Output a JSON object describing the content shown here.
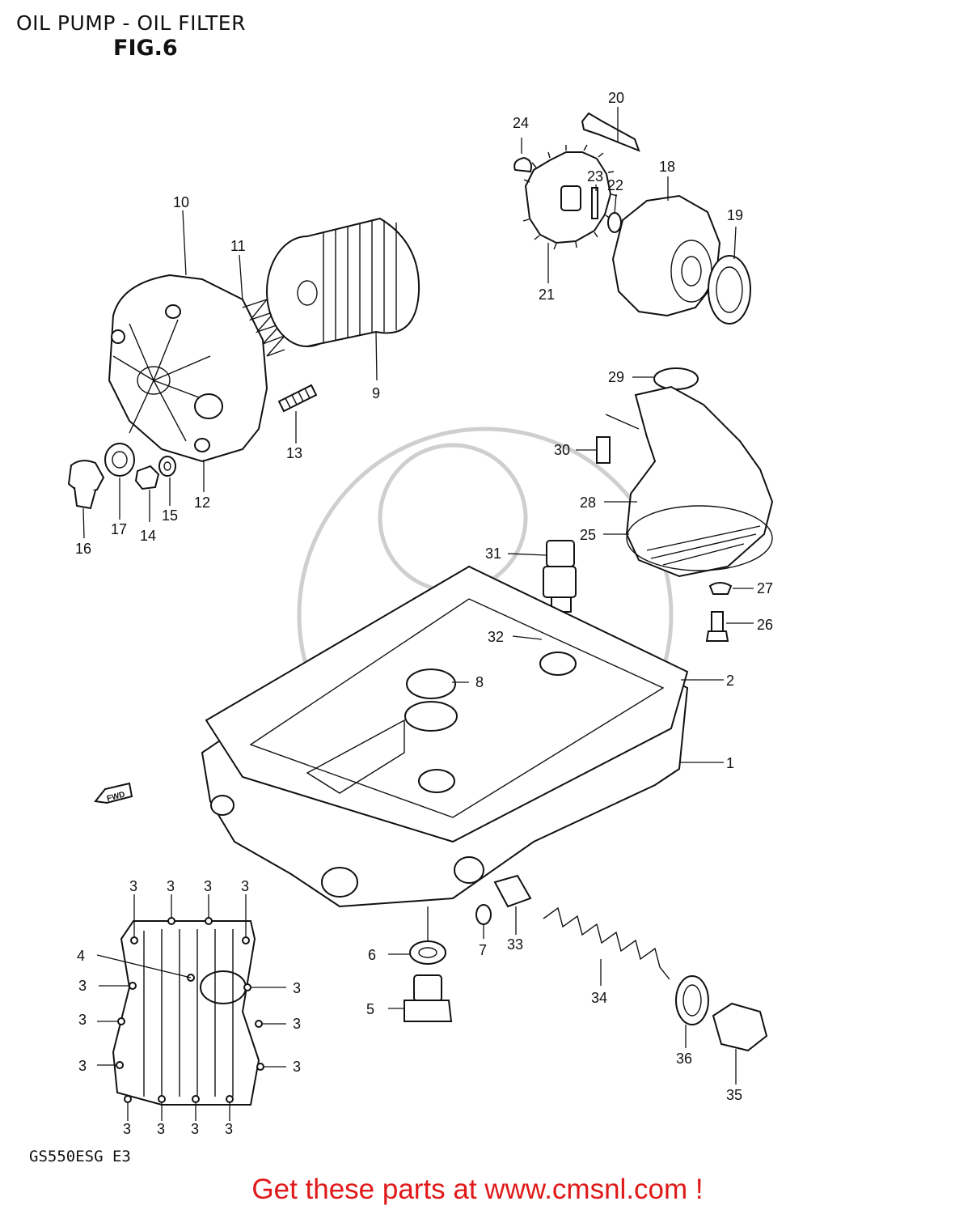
{
  "header": {
    "title": "OIL PUMP - OIL FILTER",
    "figure": "FIG.6"
  },
  "model_code": "GS550ESG  E3",
  "fwd_label": "FWD",
  "footer": "Get these parts at www.cmsnl.com !",
  "colors": {
    "footer": "#e01818",
    "line": "#111111",
    "watermark": "#cfcfcf"
  },
  "callouts": {
    "c1": "1",
    "c2": "2",
    "c3": "3",
    "c4": "4",
    "c5": "5",
    "c6": "6",
    "c7": "7",
    "c8": "8",
    "c9": "9",
    "c10": "10",
    "c11": "11",
    "c12": "12",
    "c13": "13",
    "c14": "14",
    "c15": "15",
    "c16": "16",
    "c17": "17",
    "c18": "18",
    "c19": "19",
    "c20": "20",
    "c21": "21",
    "c22": "22",
    "c23": "23",
    "c24": "24",
    "c25": "25",
    "c26": "26",
    "c27": "27",
    "c28": "28",
    "c29": "29",
    "c30": "30",
    "c31": "31",
    "c32": "32",
    "c33": "33",
    "c34": "34",
    "c35": "35",
    "c36": "36"
  }
}
